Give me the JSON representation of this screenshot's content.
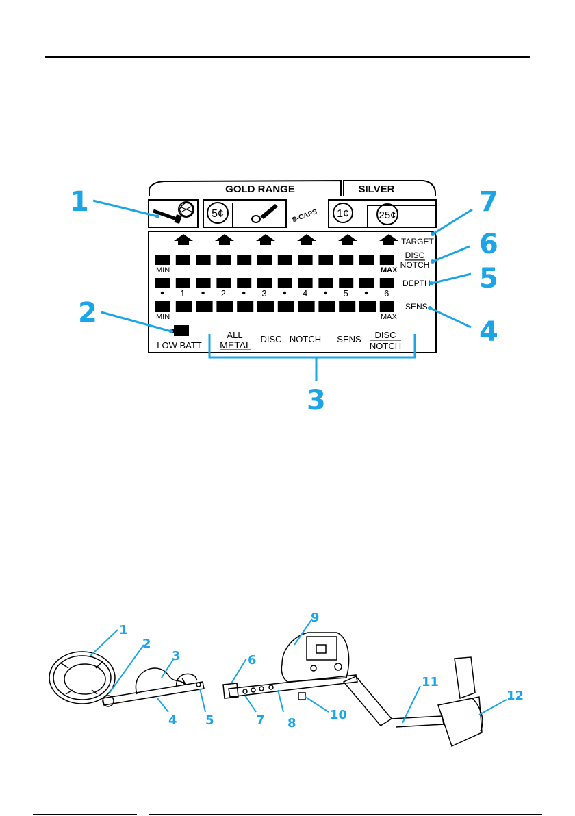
{
  "lcd": {
    "header": {
      "gold_range": "GOLD   RANGE",
      "silver": "SILVER"
    },
    "icons": {
      "coin_5": "5¢",
      "s_caps": "S-CAPS",
      "coin_1": "1¢",
      "coin_25": "25¢"
    },
    "rows": {
      "row1_min": "MIN",
      "row1_max": "MAX",
      "row2_numbers": [
        "1",
        "2",
        "3",
        "4",
        "5",
        "6"
      ],
      "row3_min": "MIN",
      "row3_max": "MAX"
    },
    "side_labels": {
      "target": "TARGET",
      "disc": "DISC",
      "notch": "NOTCH",
      "depth": "DEPTH",
      "sens": "SENS"
    },
    "bottom_labels": {
      "low_batt": "LOW BATT",
      "all": "ALL",
      "metal": "METAL",
      "disc": "DISC",
      "notch": "NOTCH",
      "sens": "SENS",
      "disc_notch_top": "DISC",
      "disc_notch_bottom": "NOTCH"
    },
    "callouts": [
      "1",
      "2",
      "3",
      "4",
      "5",
      "6",
      "7"
    ]
  },
  "detector": {
    "callouts": [
      "1",
      "2",
      "3",
      "4",
      "5",
      "6",
      "7",
      "8",
      "9",
      "10",
      "11",
      "12"
    ]
  },
  "colors": {
    "callout": "#1aa6e6",
    "line": "#000000"
  }
}
